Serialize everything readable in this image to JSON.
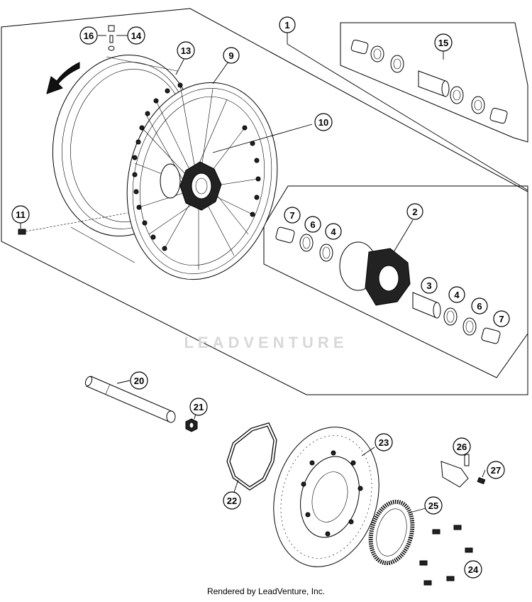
{
  "watermark": "LEADVENTURE",
  "footer": "Rendered by LeadVenture, Inc.",
  "callouts": {
    "c1": "1",
    "c2": "2",
    "c3": "3",
    "c4a": "4",
    "c4b": "4",
    "c6a": "6",
    "c6b": "6",
    "c7a": "7",
    "c7b": "7",
    "c9": "9",
    "c10": "10",
    "c11": "11",
    "c13": "13",
    "c14": "14",
    "c15": "15",
    "c16": "16",
    "c20": "20",
    "c21": "21",
    "c22": "22",
    "c23": "23",
    "c24": "24",
    "c25": "25",
    "c26": "26",
    "c27": "27"
  }
}
